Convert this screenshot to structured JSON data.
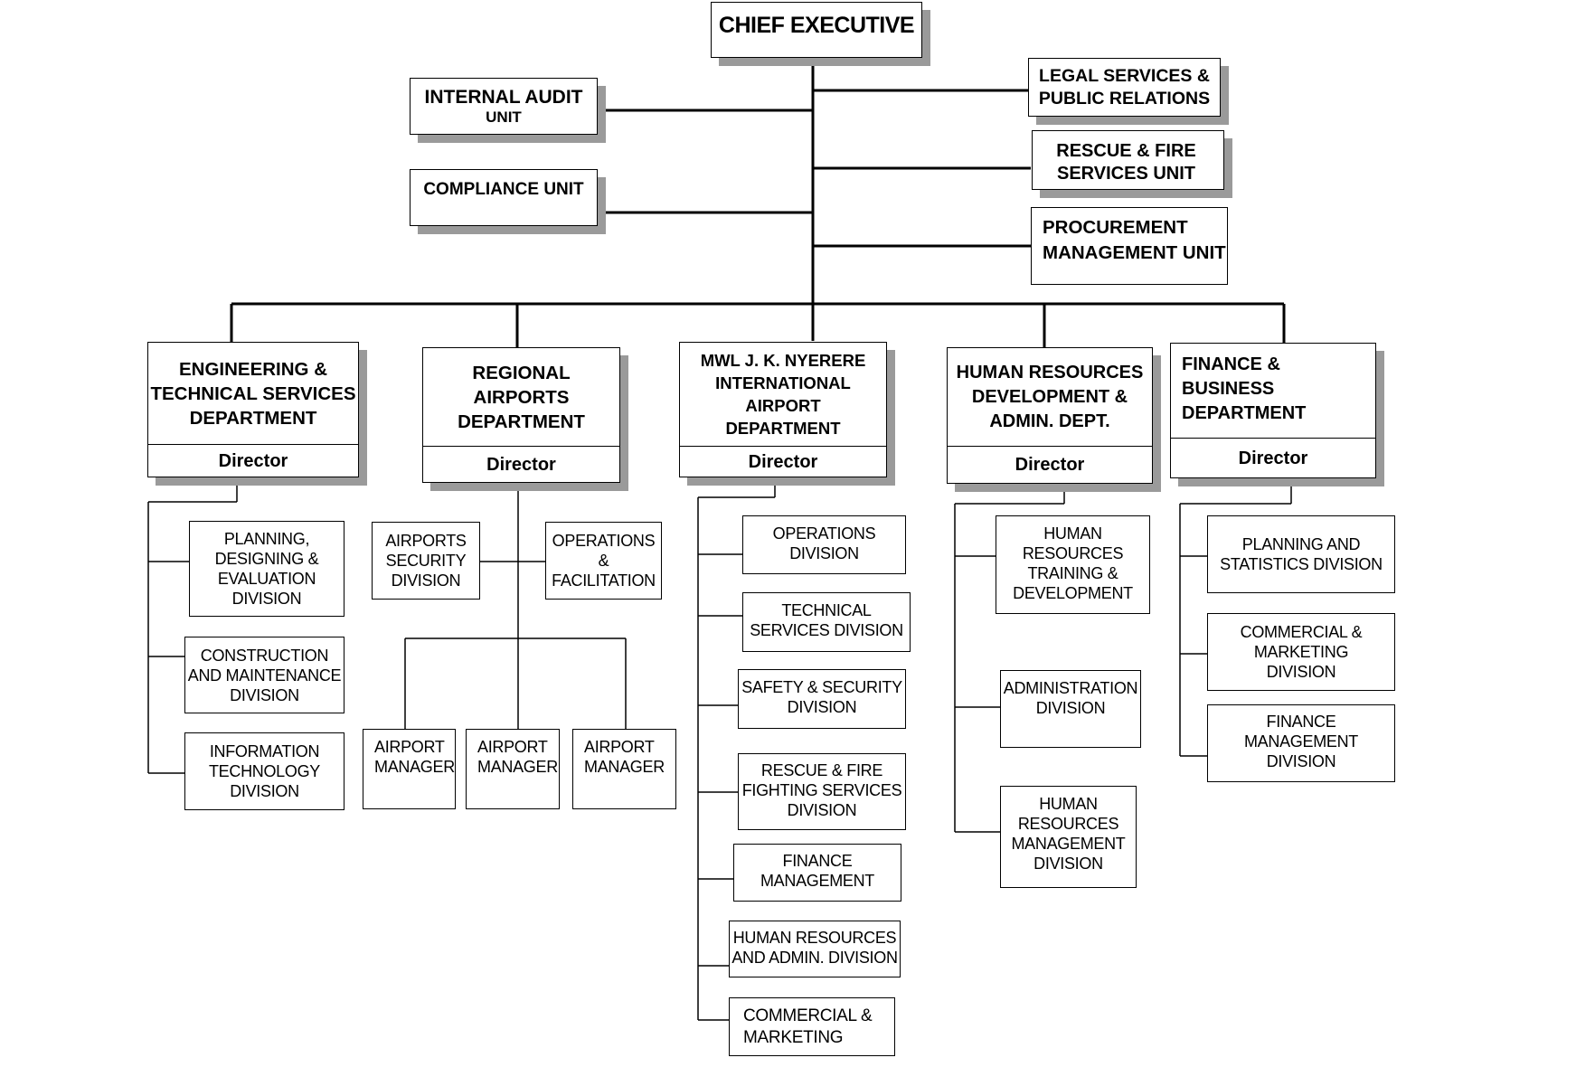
{
  "chief_executive": "CHIEF EXECUTIVE",
  "units": {
    "internal_audit": {
      "line1": "INTERNAL AUDIT",
      "line2": "UNIT"
    },
    "compliance": "COMPLIANCE UNIT",
    "legal": "LEGAL SERVICES &\nPUBLIC RELATIONS",
    "rescue_fire": "RESCUE & FIRE\nSERVICES UNIT",
    "procurement": "PROCUREMENT\nMANAGEMENT UNIT"
  },
  "departments": {
    "engineering": {
      "title": "ENGINEERING &\nTECHNICAL SERVICES\nDEPARTMENT",
      "director": "Director",
      "divisions": [
        "PLANNING,\nDESIGNING &\nEVALUATION\nDIVISION",
        "CONSTRUCTION\nAND MAINTENANCE\nDIVISION",
        "INFORMATION\nTECHNOLOGY\nDIVISION"
      ]
    },
    "regional": {
      "title": "REGIONAL\nAIRPORTS\nDEPARTMENT",
      "director": "Director",
      "divisions": [
        "AIRPORTS\nSECURITY\nDIVISION",
        "OPERATIONS\n&\nFACILITATION"
      ],
      "managers": [
        "AIRPORT\nMANAGER",
        "AIRPORT\nMANAGER",
        "AIRPORT\nMANAGER"
      ]
    },
    "jnia": {
      "title": "MWL J. K. NYERERE\nINTERNATIONAL AIRPORT\nDEPARTMENT",
      "director": "Director",
      "divisions": [
        "OPERATIONS\nDIVISION",
        "TECHNICAL\nSERVICES DIVISION",
        "SAFETY & SECURITY\nDIVISION",
        "RESCUE & FIRE\nFIGHTING SERVICES\nDIVISION",
        "FINANCE\nMANAGEMENT",
        "HUMAN RESOURCES\nAND ADMIN. DIVISION",
        "COMMERCIAL &\nMARKETING"
      ]
    },
    "hr": {
      "title": "HUMAN RESOURCES\nDEVELOPMENT &\nADMIN.  DEPT.",
      "director": "Director",
      "divisions": [
        "HUMAN\nRESOURCES\nTRAINING &\nDEVELOPMENT",
        "ADMINISTRATION\nDIVISION",
        "HUMAN\nRESOURCES\nMANAGEMENT\nDIVISION"
      ]
    },
    "finance": {
      "title": "FINANCE & BUSINESS\nDEPARTMENT",
      "director": "Director",
      "divisions": [
        "PLANNING AND\nSTATISTICS DIVISION",
        "COMMERCIAL &\nMARKETING\nDIVISION",
        "FINANCE MANAGEMENT\nDIVISION"
      ]
    }
  }
}
